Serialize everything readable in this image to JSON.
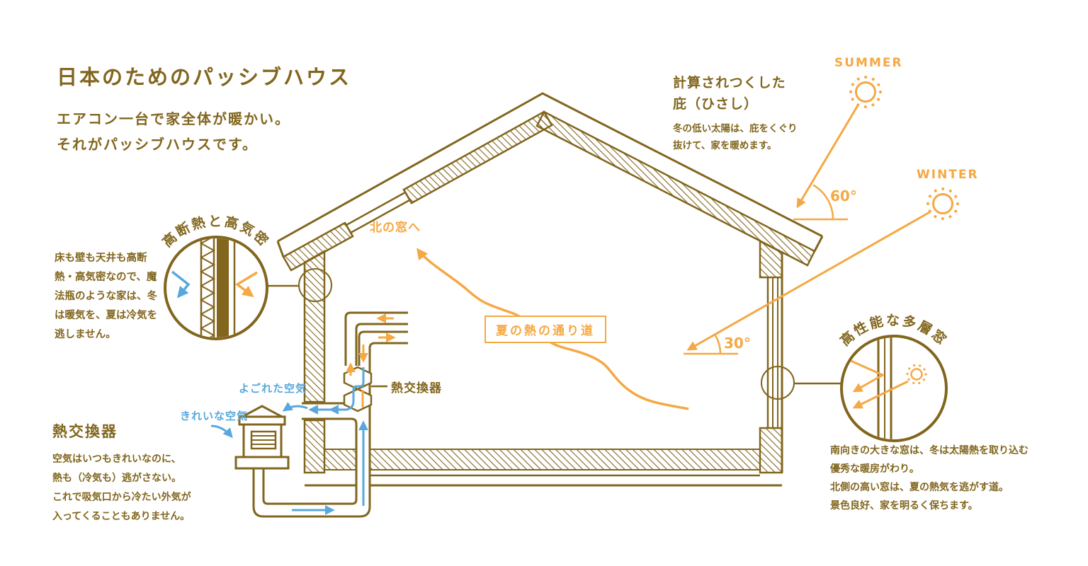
{
  "colors": {
    "brown": "#82661E",
    "orange": "#F5A843",
    "blue": "#58A8DD"
  },
  "header": {
    "title": "日本のためのパッシブハウス",
    "intro": "エアコン一台で家全体が暖かい。\nそれがパッシブハウスです。"
  },
  "eaves": {
    "heading": "計算されつくした\n庇（ひさし）",
    "body": "冬の低い太陽は、庇をくぐり\n抜けて、家を暖めます。"
  },
  "sun": {
    "summer_label": "SUMMER",
    "winter_label": "WINTER",
    "summer_angle": "60°",
    "winter_angle": "30°"
  },
  "insulation": {
    "circle_label": "高断熱と高気密",
    "body": "床も壁も天井も高断\n熱・高気密なので、魔\n法瓶のような家は、冬\nは暖気を、夏は冷気を\n逃しません。"
  },
  "heat_exchanger": {
    "heading": "熱交換器",
    "body": "空気はいつもきれいなのに、\n熱も（冷気も）逃がさない。\nこれで吸気口から冷たい外気が\n入ってくることもありません。",
    "diagram_label": "熱交換器",
    "dirty_air": "よごれた空気",
    "clean_air": "きれいな空気"
  },
  "windows": {
    "circle_label": "高性能な多層窓",
    "body": "南向きの大きな窓は、冬は太陽熱を取り込む\n優秀な暖房がわり。\n北側の高い窓は、夏の熱気を逃がす道。\n景色良好、家を明るく保ちます。"
  },
  "heat_path": {
    "box_label": "夏の熱の通り道",
    "north_window_label": "北の窓へ"
  }
}
